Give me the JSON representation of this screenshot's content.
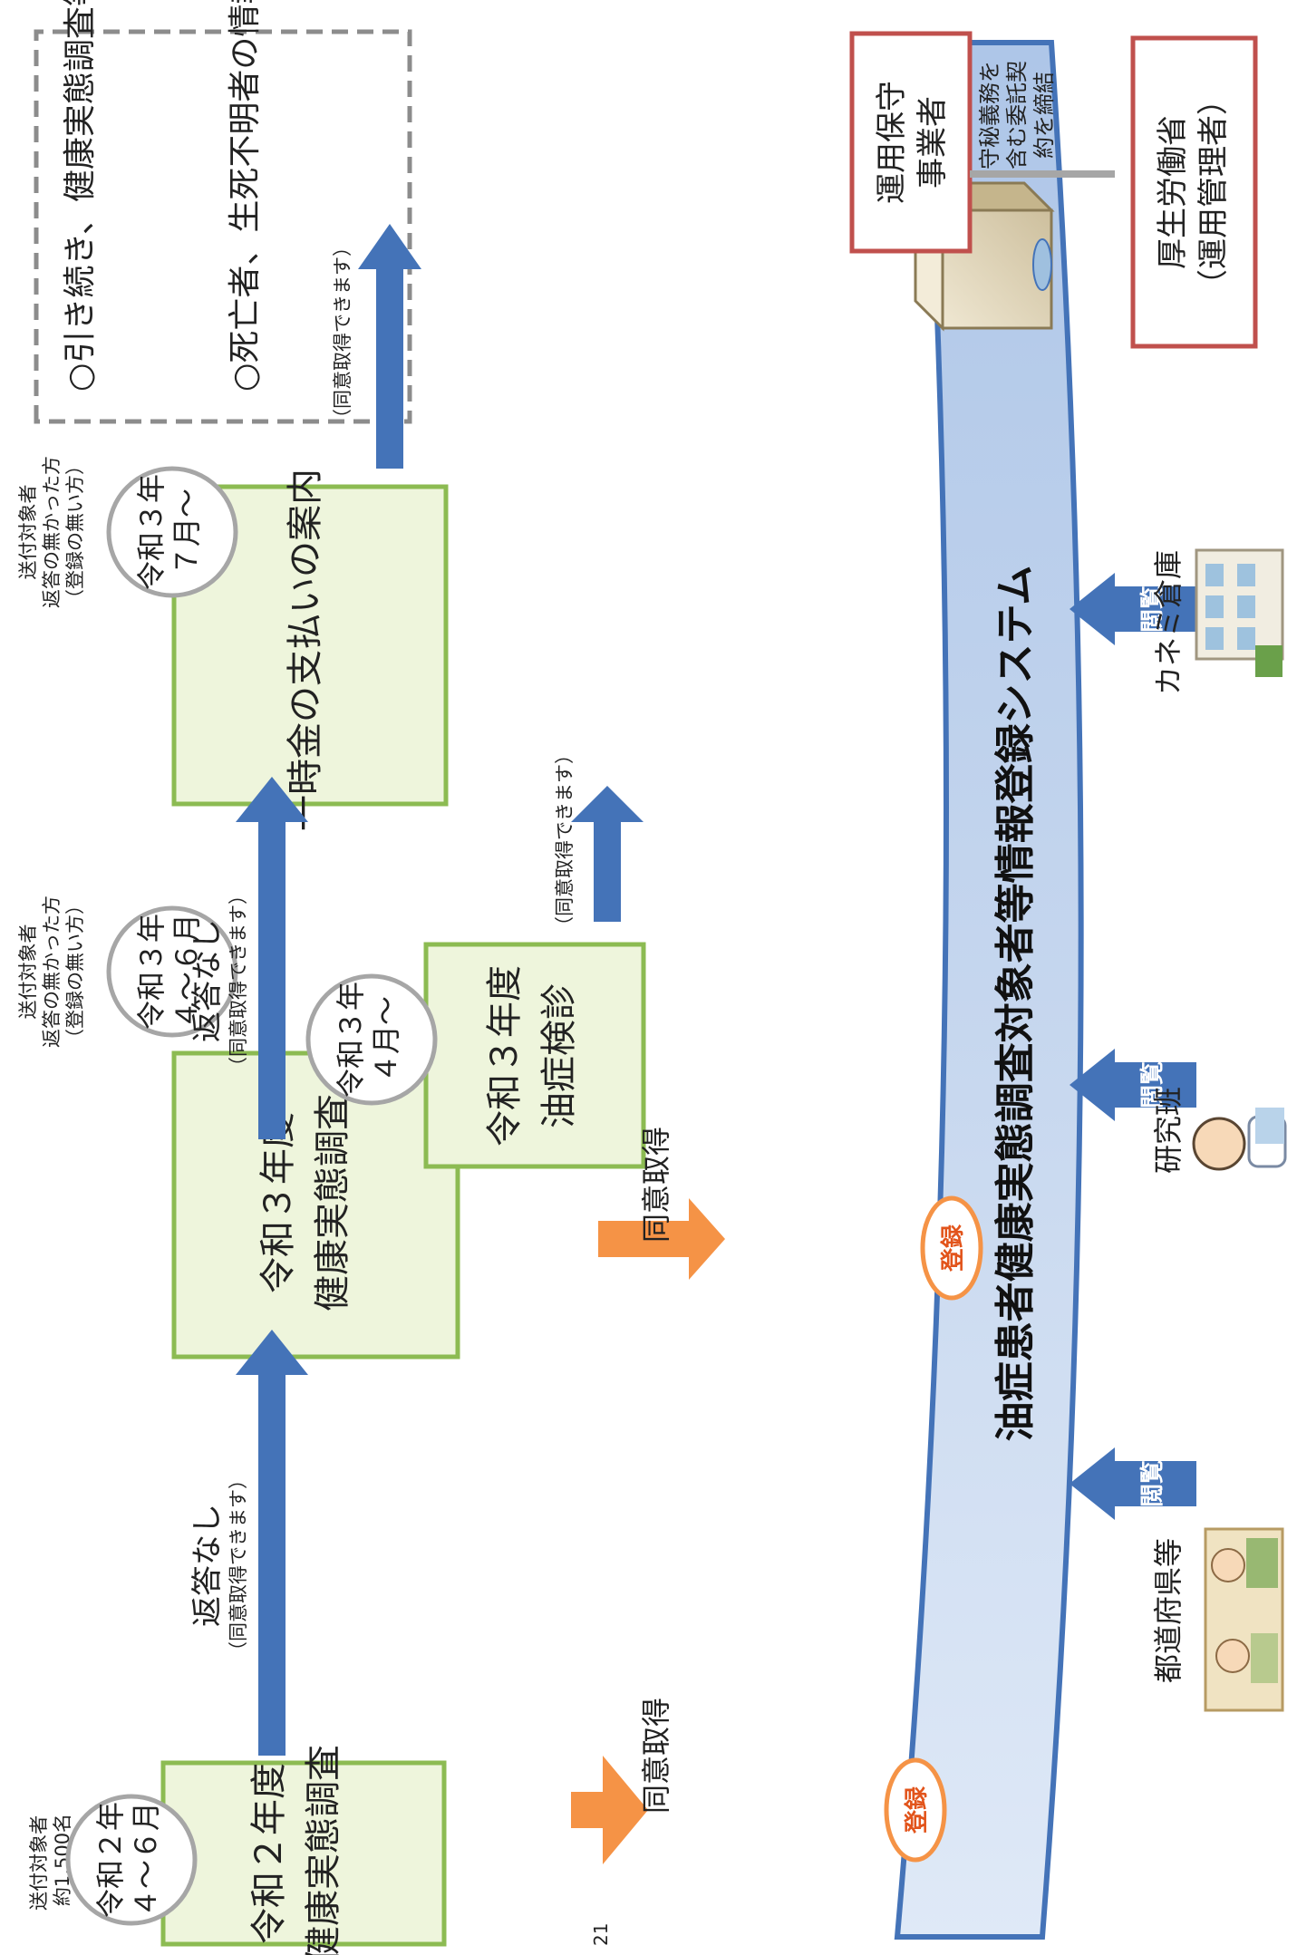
{
  "stages": [
    {
      "circle": "令和２年\n４～６月",
      "box": "令和２年度\n健康実態調査",
      "note": "送付対象者\n約1,500名"
    },
    {
      "circle": "令和３年\n４～６月",
      "box": "令和３年度\n健康実態調査",
      "note": "送付対象者\n返答の無かった方\n（登録の無い方）"
    },
    {
      "circle": "令和３年\n７月～",
      "box": "一時金の支払いの案内",
      "note": "送付対象者\n返答の無かった方\n（登録の無い方）"
    }
  ],
  "checkup": {
    "circle": "令和３年\n４月～",
    "box": "令和３年度\n油症検診"
  },
  "arrows": {
    "no_reply": "返答なし",
    "consent_ok": "（同意取得できます）",
    "consent_get": "同意取得",
    "register": "登録",
    "view": "閲覧"
  },
  "notes": [
    "○引き続き、健康実態調査等の際に同意に関するご案内を実施",
    "○死亡者、生死不明者の情報について　は、登録状況を見て、個人情報の保護に配慮しつつ、登録のための対応を検討"
  ],
  "system": {
    "title": "油症患者健康実態調査対象者等情報登録システム"
  },
  "viewers": [
    "都道府県等",
    "研究班",
    "カネミ倉庫"
  ],
  "maintenance": {
    "label": "運用保守\n事業者",
    "contract": "守秘義務を\n含む委託契\n約を締結"
  },
  "ministry": {
    "label": "厚生労働省\n（運用管理者）"
  },
  "page_number": "21",
  "colors": {
    "green_box": "#eef5dc",
    "green_border": "#8cbb52",
    "blue_arrow": "#4473b8",
    "orange": "#f59346",
    "system_fill": "#c7d7ef",
    "red_box": "#c0504d"
  }
}
